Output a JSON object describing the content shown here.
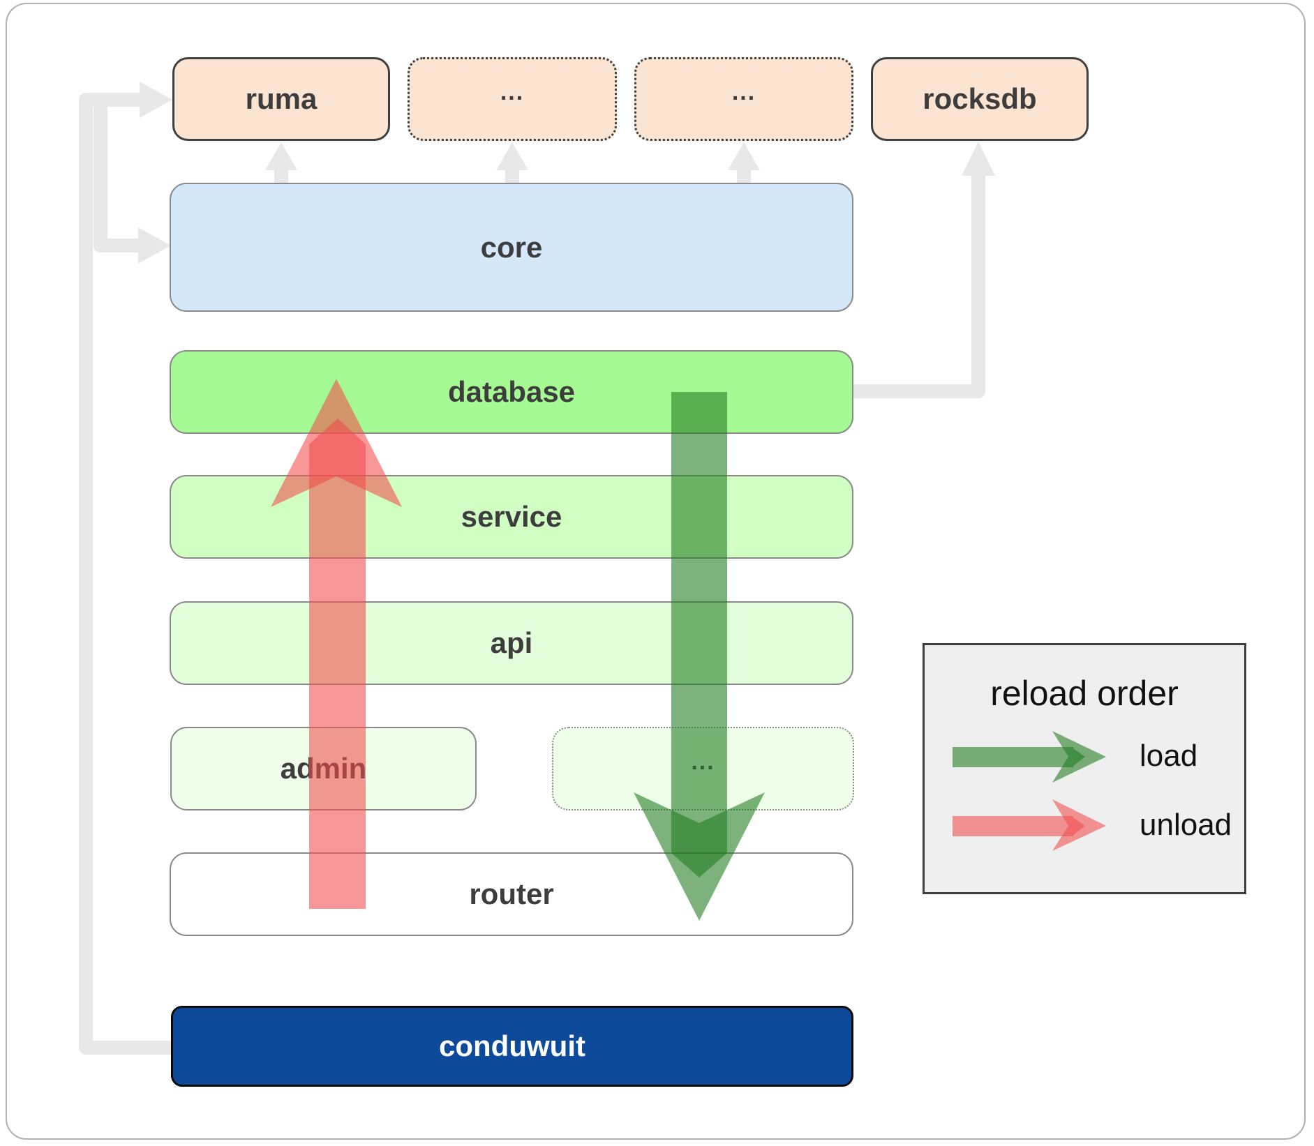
{
  "diagram": {
    "boxes": {
      "ruma": "ruma",
      "ellipsis_top_left": "...",
      "ellipsis_top_right": "...",
      "rocksdb": "rocksdb",
      "core": "core",
      "database": "database",
      "service": "service",
      "api": "api",
      "admin": "admin",
      "ellipsis_middle": "...",
      "router": "router",
      "conduwuit": "conduwuit"
    },
    "legend": {
      "title": "reload order",
      "items": [
        {
          "icon": "load-arrow-icon",
          "label": "load",
          "color": "#1f7a1f"
        },
        {
          "icon": "unload-arrow-icon",
          "label": "unload",
          "color": "#f24c4c"
        }
      ]
    },
    "colors": {
      "peach_box": "#fce4d2",
      "core_box": "#d5e8fa",
      "database_box": "#a6fa93",
      "service_box": "#d0fec3",
      "api_box": "#e3fedb",
      "faint_green_box": "#effee9",
      "router_box": "#ffffff",
      "conduwuit_box": "#0d4a99",
      "connector_gray": "#e8e8e8",
      "load_green": "#1f7a1f",
      "unload_red": "#f24c4c"
    }
  }
}
